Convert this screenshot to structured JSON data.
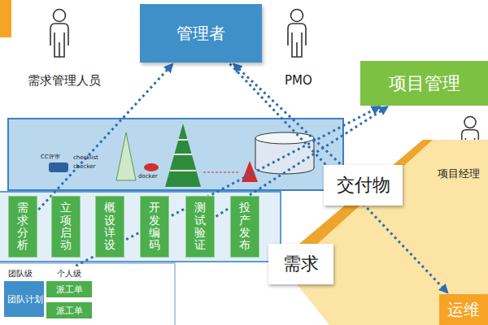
{
  "diagram": {
    "nodes": [
      {
        "text": [
          "需求管理人员"
        ]
      },
      {
        "text": [
          "管理者"
        ]
      },
      {
        "text": [
          "PMO"
        ]
      },
      {
        "text": [
          "项目管理"
        ]
      },
      {
        "text": [
          "项目经理"
        ]
      },
      {
        "text": [
          "需求分析"
        ]
      },
      {
        "text": [
          "立项启动"
        ]
      },
      {
        "text": [
          "概设详设"
        ]
      },
      {
        "text": [
          "开发编码"
        ]
      },
      {
        "text": [
          "测试验证"
        ]
      },
      {
        "text": [
          "投产发布"
        ]
      },
      {
        "text": [
          "团队级"
        ]
      },
      {
        "text": [
          "团队计划"
        ],
        "in": 11
      },
      {
        "text": [
          "个人级"
        ]
      },
      {
        "text": [
          "派工单"
        ],
        "in": 13
      },
      {
        "text": [
          "派工单"
        ],
        "in": 13
      },
      {
        "text": [
          "交付物"
        ]
      },
      {
        "text": [
          "需求"
        ]
      },
      {
        "text": [
          "运维"
        ]
      }
    ],
    "edges": [
      {
        "from": 5,
        "to": 1,
        "arrow": "to"
      },
      {
        "from": 16,
        "to": 1,
        "arrow": "to"
      },
      {
        "from": 9,
        "to": 3,
        "arrow": "to"
      },
      {
        "from": 1,
        "to": 18,
        "arrow": "to"
      },
      {
        "from": 11,
        "to": 3,
        "arrow": "to"
      }
    ],
    "labels": [
      "CC评审",
      "checklist",
      "checker",
      "docker"
    ]
  }
}
